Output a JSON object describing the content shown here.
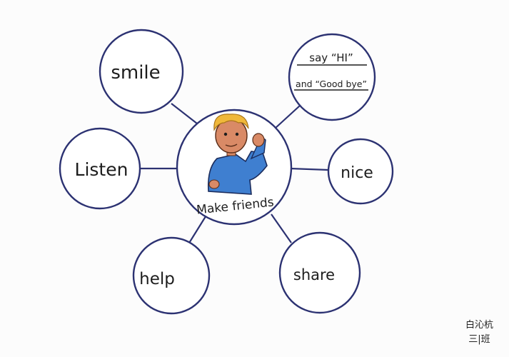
{
  "center": {
    "label": "Make friends"
  },
  "nodes": [
    {
      "id": "smile",
      "label": "smile"
    },
    {
      "id": "say-hi",
      "label_line1": "say “HI”",
      "label_line2": "and “Good bye”"
    },
    {
      "id": "listen",
      "label": "Listen"
    },
    {
      "id": "nice",
      "label": "nice"
    },
    {
      "id": "help",
      "label": "help"
    },
    {
      "id": "share",
      "label": "share"
    }
  ],
  "signature": {
    "name": "白沁杭",
    "class": "三|班"
  },
  "colors": {
    "outline": "#2c3272",
    "ink": "#1d1d1d",
    "shirt": "#3f7fd0",
    "hair": "#f0b83a",
    "skin": "#d98a66"
  }
}
